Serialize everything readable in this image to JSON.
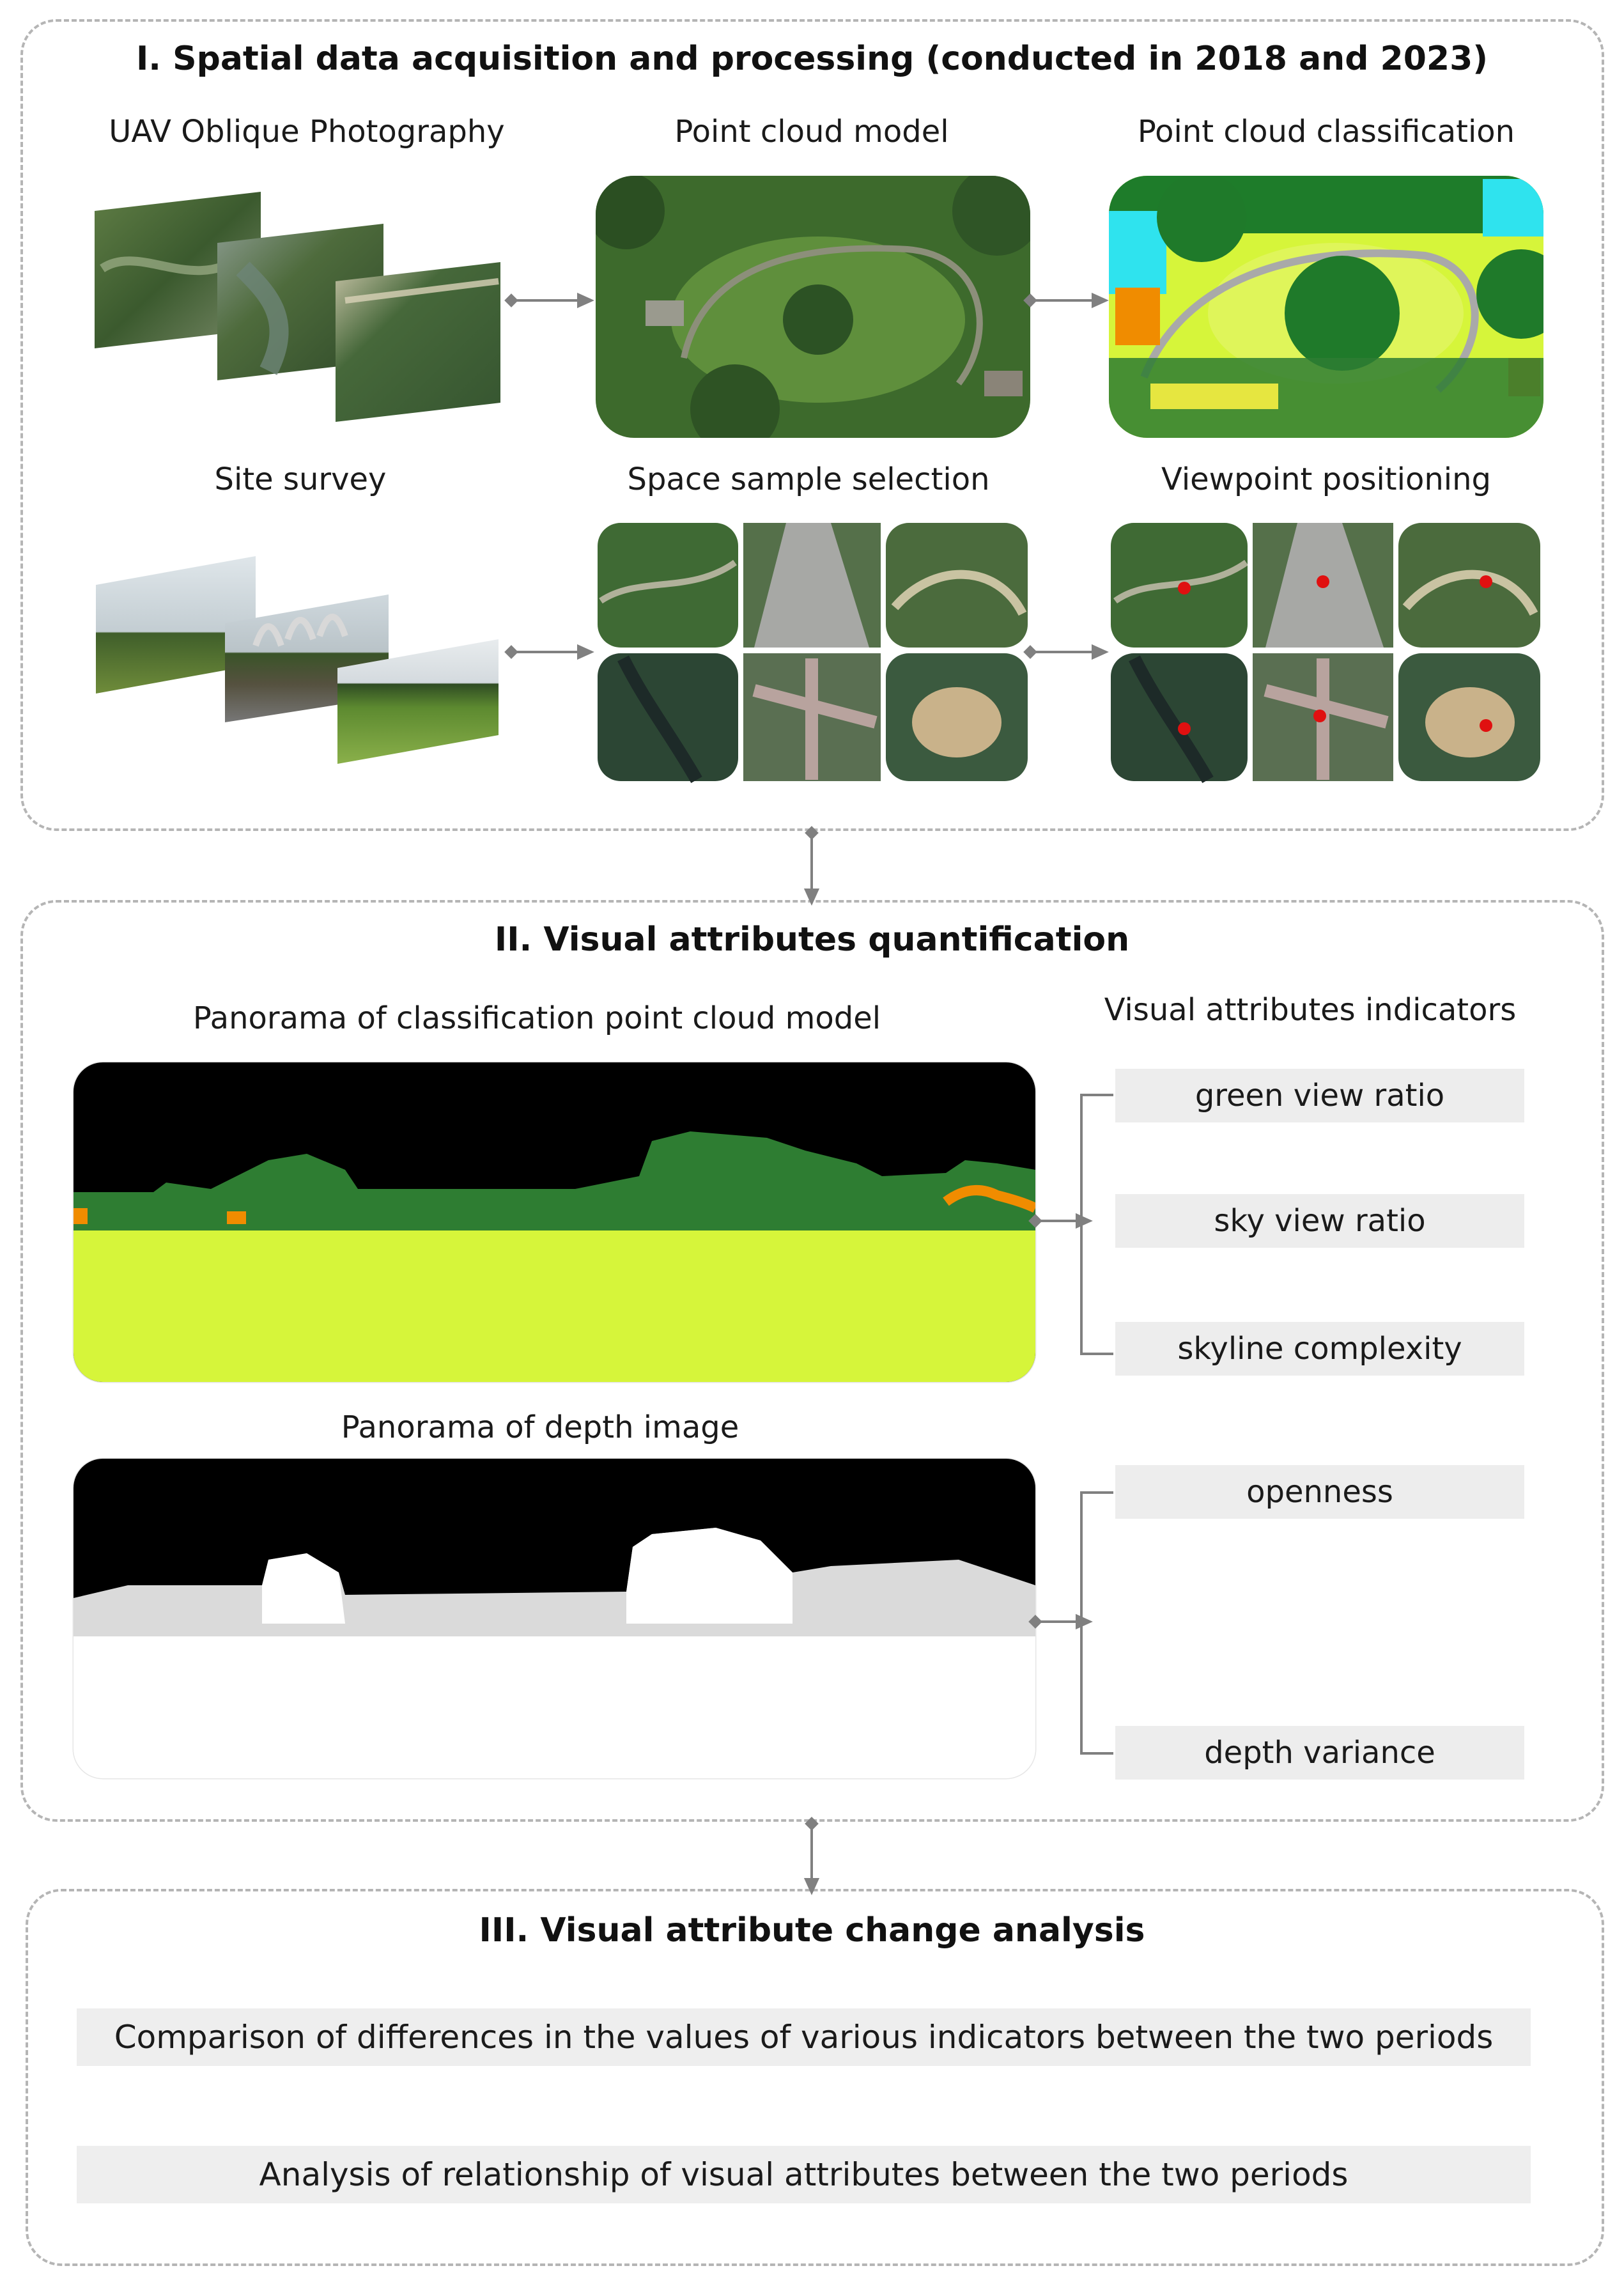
{
  "section1": {
    "title": "I. Spatial data acquisition and processing (conducted in 2018 and 2023)",
    "uav_label": "UAV Oblique Photography",
    "pointcloud_label": "Point cloud model",
    "classification_label": "Point cloud classification",
    "survey_label": "Site survey",
    "sample_label": "Space sample selection",
    "viewpoint_label": "Viewpoint positioning"
  },
  "section2": {
    "title": "II. Visual attributes quantification",
    "panorama_class_label": "Panorama of classification point cloud model",
    "panorama_depth_label": "Panorama of depth image",
    "indicators_label": "Visual attributes indicators",
    "indicators": [
      "green view ratio",
      "sky view ratio",
      "skyline complexity",
      "openness",
      "depth variance"
    ]
  },
  "section3": {
    "title": "III. Visual attribute change analysis",
    "items": [
      "Comparison of differences in the values of  various indicators between the two periods",
      "Analysis of relationship of  visual attributes between the two periods"
    ]
  },
  "colors": {
    "dashed_border": "#b5b5b5",
    "arrow": "#808080",
    "classification_tree": "#2e7d32",
    "classification_grass": "#d6f53a",
    "classification_building": "#f08c00",
    "viewpoint_marker": "#e01010"
  }
}
